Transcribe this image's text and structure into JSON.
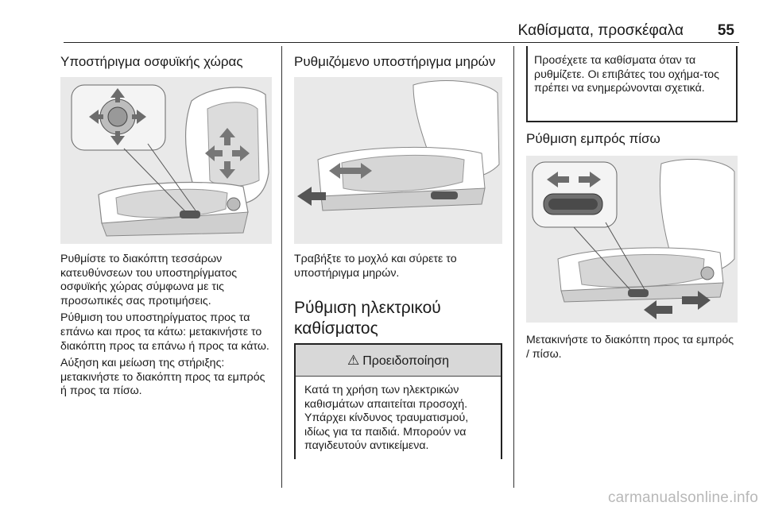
{
  "header": {
    "title": "Καθίσματα, προσκέφαλα",
    "page_number": "55"
  },
  "column1": {
    "heading": "Υποστήριγμα οσφυϊκής χώρας",
    "paragraphs": [
      "Ρυθμίστε το διακόπτη τεσσάρων κατευθύνσεων του υποστηρίγματος οσφυϊκής χώρας σύμφωνα με τις προσωπικές σας προτιμήσεις.",
      "Ρύθμιση του υποστηρίγματος προς τα επάνω και προς τα κάτω: μετακινήστε το διακόπτη προς τα επάνω ή προς τα κάτω.",
      "Αύξηση και μείωση της στήριξης: μετακινήστε το διακόπτη προς τα εμπρός ή προς τα πίσω."
    ]
  },
  "column2": {
    "heading": "Ρυθμιζόμενο υποστήριγμα μηρών",
    "paragraph": "Τραβήξτε το μοχλό και σύρετε το υποστήριγμα μηρών.",
    "section_heading_line1": "Ρύθμιση ηλεκτρικού",
    "section_heading_line2": "καθίσματος",
    "warning": {
      "icon": "warning-triangle-icon",
      "title": "Προειδοποίηση",
      "text": "Κατά τη χρήση των ηλεκτρικών καθισμάτων απαιτείται προσοχή. Υπάρχει κίνδυνος τραυματισμού, ιδίως για τα παιδιά. Μπορούν να παγιδευτούν αντικείμενα."
    }
  },
  "column3": {
    "note_text": "Προσέχετε τα καθίσματα όταν τα ρυθμίζετε. Οι επιβάτες του οχήμα-τος πρέπει να ενημερώνονται σχετικά.",
    "heading": "Ρύθμιση εμπρός πίσω",
    "paragraph": "Μετακινήστε το διακόπτη προς τα εμπρός / πίσω."
  },
  "footer": {
    "watermark": "carmanualsonline.info"
  }
}
